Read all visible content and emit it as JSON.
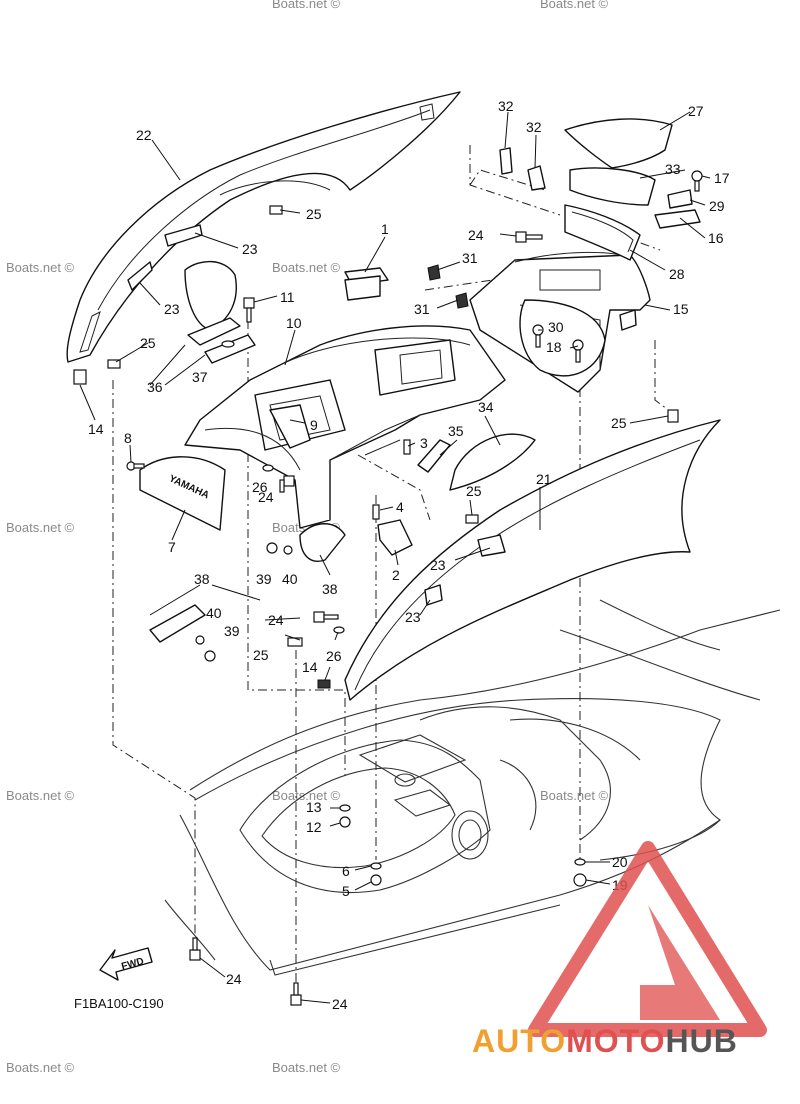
{
  "diagram": {
    "code": "F1BA100-C190",
    "fwd_label": "FWD",
    "emblem_text": "YAMAHA",
    "watermark": "Boats.net ©",
    "brand": {
      "part1": "AUTO",
      "part2": "MOTO",
      "part3": "HUB",
      "color1": "#f0a030",
      "color2": "#e05050",
      "color3": "#555555"
    },
    "callouts": [
      {
        "id": "c1",
        "label": "1"
      },
      {
        "id": "c2",
        "label": "2"
      },
      {
        "id": "c3",
        "label": "3"
      },
      {
        "id": "c4",
        "label": "4"
      },
      {
        "id": "c5",
        "label": "5"
      },
      {
        "id": "c6",
        "label": "6"
      },
      {
        "id": "c7",
        "label": "7"
      },
      {
        "id": "c8",
        "label": "8"
      },
      {
        "id": "c9",
        "label": "9"
      },
      {
        "id": "c10",
        "label": "10"
      },
      {
        "id": "c11",
        "label": "11"
      },
      {
        "id": "c12",
        "label": "12"
      },
      {
        "id": "c13",
        "label": "13"
      },
      {
        "id": "c14a",
        "label": "14"
      },
      {
        "id": "c14b",
        "label": "14"
      },
      {
        "id": "c15",
        "label": "15"
      },
      {
        "id": "c16",
        "label": "16"
      },
      {
        "id": "c17",
        "label": "17"
      },
      {
        "id": "c18",
        "label": "18"
      },
      {
        "id": "c19",
        "label": "19"
      },
      {
        "id": "c20",
        "label": "20"
      },
      {
        "id": "c21",
        "label": "21"
      },
      {
        "id": "c22",
        "label": "22"
      },
      {
        "id": "c23a",
        "label": "23"
      },
      {
        "id": "c23b",
        "label": "23"
      },
      {
        "id": "c23c",
        "label": "23"
      },
      {
        "id": "c23d",
        "label": "23"
      },
      {
        "id": "c24a",
        "label": "24"
      },
      {
        "id": "c24b",
        "label": "24"
      },
      {
        "id": "c24c",
        "label": "24"
      },
      {
        "id": "c24d",
        "label": "24"
      },
      {
        "id": "c24e",
        "label": "24"
      },
      {
        "id": "c25a",
        "label": "25"
      },
      {
        "id": "c25b",
        "label": "25"
      },
      {
        "id": "c25c",
        "label": "25"
      },
      {
        "id": "c25d",
        "label": "25"
      },
      {
        "id": "c25e",
        "label": "25"
      },
      {
        "id": "c26a",
        "label": "26"
      },
      {
        "id": "c26b",
        "label": "26"
      },
      {
        "id": "c27",
        "label": "27"
      },
      {
        "id": "c28",
        "label": "28"
      },
      {
        "id": "c29",
        "label": "29"
      },
      {
        "id": "c30",
        "label": "30"
      },
      {
        "id": "c31a",
        "label": "31"
      },
      {
        "id": "c31b",
        "label": "31"
      },
      {
        "id": "c32a",
        "label": "32"
      },
      {
        "id": "c32b",
        "label": "32"
      },
      {
        "id": "c33",
        "label": "33"
      },
      {
        "id": "c34",
        "label": "34"
      },
      {
        "id": "c35",
        "label": "35"
      },
      {
        "id": "c36",
        "label": "36"
      },
      {
        "id": "c37",
        "label": "37"
      },
      {
        "id": "c38a",
        "label": "38"
      },
      {
        "id": "c38b",
        "label": "38"
      },
      {
        "id": "c39a",
        "label": "39"
      },
      {
        "id": "c39b",
        "label": "39"
      },
      {
        "id": "c40a",
        "label": "40"
      },
      {
        "id": "c40b",
        "label": "40"
      }
    ]
  }
}
